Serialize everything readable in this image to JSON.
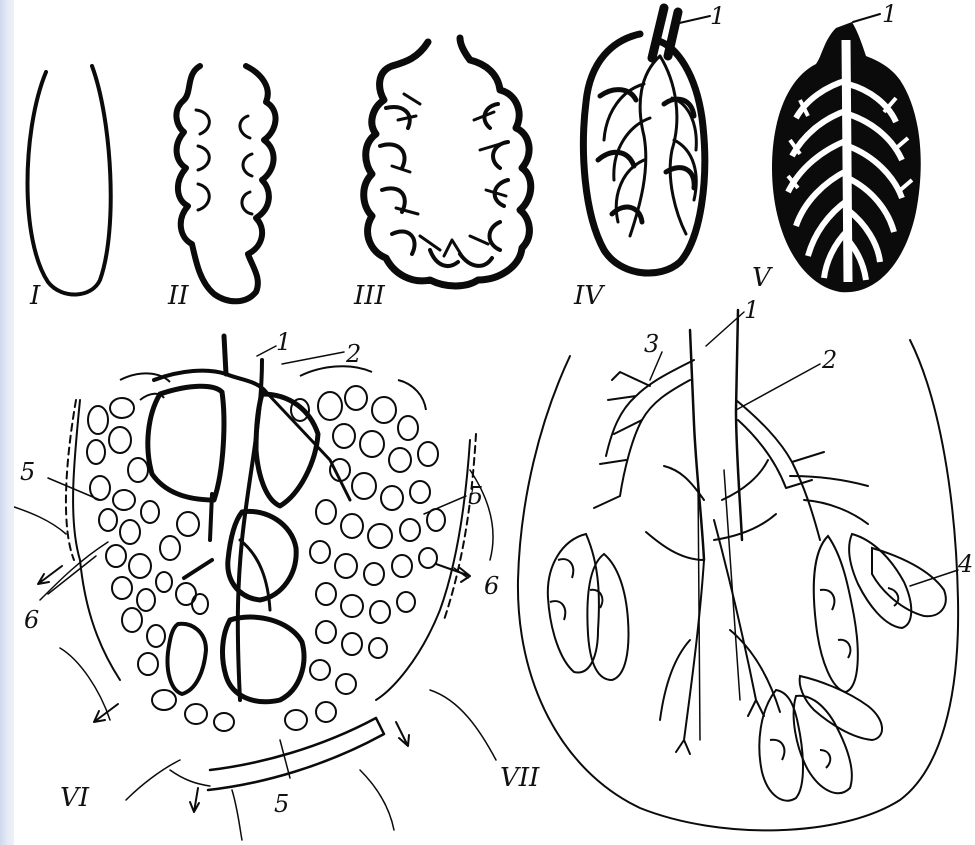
{
  "stages": {
    "s1": "I",
    "s2": "II",
    "s3": "III",
    "s4": "IV",
    "s5": "V",
    "s6": "VI",
    "s7": "VII"
  },
  "callouts": {
    "stage4_1": "1",
    "stage5_1": "1",
    "vi_1": "1",
    "vi_2": "2",
    "vi_5_left": "5",
    "vi_5_right": "5",
    "vi_5_bottom": "5",
    "vi_6_left": "6",
    "vi_6_right": "6",
    "vii_1": "1",
    "vii_2": "2",
    "vii_3": "3",
    "vii_4": "4"
  }
}
